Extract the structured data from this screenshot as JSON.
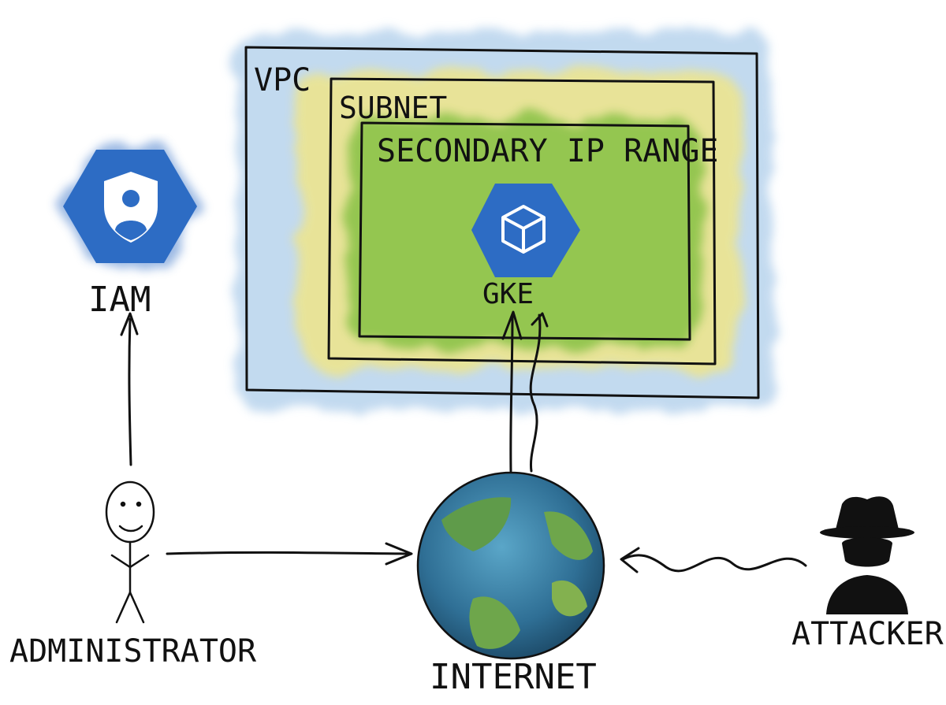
{
  "vpc": {
    "label": "VPC"
  },
  "subnet": {
    "label": "SUBNET"
  },
  "secondary_range": {
    "label": "SECONDARY IP RANGE"
  },
  "gke": {
    "label": "GKE",
    "icon": "gke-cube-icon"
  },
  "iam": {
    "label": "IAM",
    "icon": "iam-shield-user-icon"
  },
  "administrator": {
    "label": "ADMINISTRATOR",
    "icon": "stick-figure-icon"
  },
  "internet": {
    "label": "INTERNET",
    "icon": "globe-icon"
  },
  "attacker": {
    "label": "ATTACKER",
    "icon": "spy-hat-icon"
  },
  "colors": {
    "vpc_wash": "#bcd6ee",
    "subnet_wash": "#efe58a",
    "range_wash": "#8cc34a",
    "icon_blue": "#2d6cc4",
    "ink": "#111111"
  }
}
